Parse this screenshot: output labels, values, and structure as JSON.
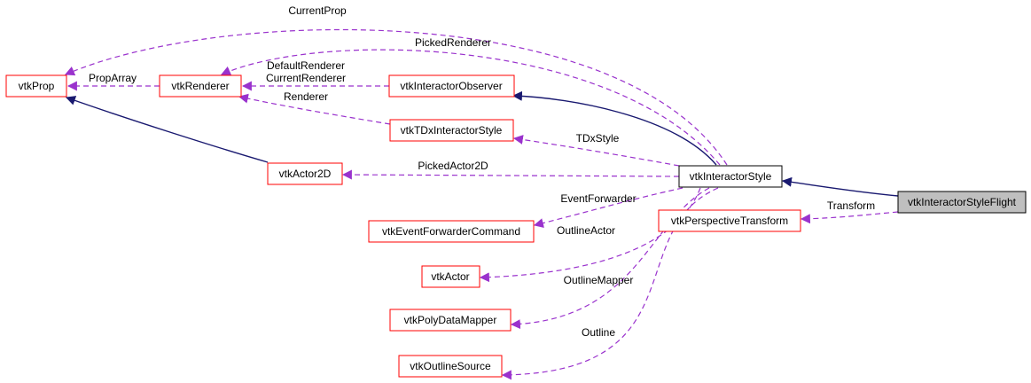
{
  "colors": {
    "node_border": "#ff0000",
    "root_border": "#000000",
    "focus_fill": "#bfbfbf",
    "inheritance_edge": "#191970",
    "usage_edge": "#9a32cd"
  },
  "nodes": {
    "vtkProp": "vtkProp",
    "vtkRenderer": "vtkRenderer",
    "vtkInteractorObserver": "vtkInteractorObserver",
    "vtkTDxInteractorStyle": "vtkTDxInteractorStyle",
    "vtkActor2D": "vtkActor2D",
    "vtkInteractorStyle": "vtkInteractorStyle",
    "vtkInteractorStyleFlight": "vtkInteractorStyleFlight",
    "vtkPerspectiveTransform": "vtkPerspectiveTransform",
    "vtkEventForwarderCommand": "vtkEventForwarderCommand",
    "vtkActor": "vtkActor",
    "vtkPolyDataMapper": "vtkPolyDataMapper",
    "vtkOutlineSource": "vtkOutlineSource"
  },
  "edge_labels": {
    "current_prop": "CurrentProp",
    "picked_renderer": "PickedRenderer",
    "prop_array": "PropArray",
    "default_renderer": "DefaultRenderer",
    "current_renderer": "CurrentRenderer",
    "renderer": "Renderer",
    "tdx_style": "TDxStyle",
    "picked_actor_2d": "PickedActor2D",
    "event_forwarder": "EventForwarder",
    "transform": "Transform",
    "outline_actor": "OutlineActor",
    "outline_mapper": "OutlineMapper",
    "outline": "Outline"
  }
}
